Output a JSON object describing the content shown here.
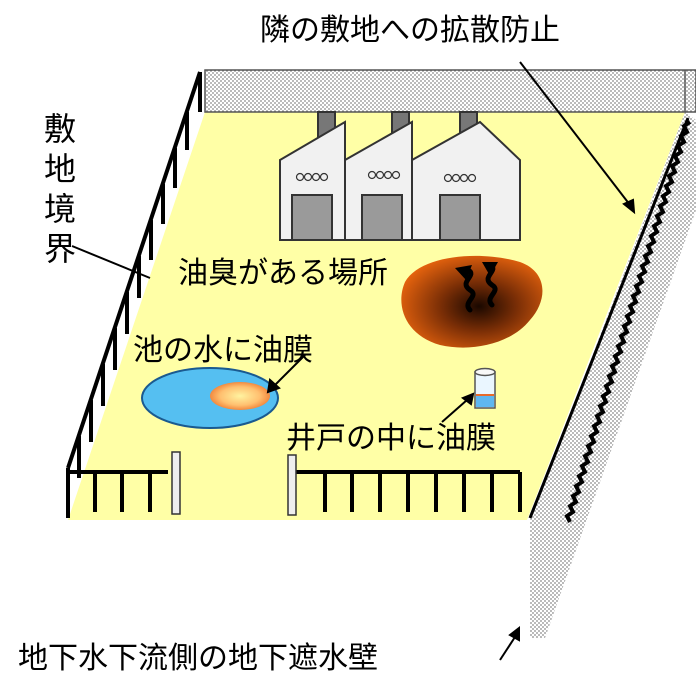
{
  "labels": {
    "top_title": "隣の敷地への拡散防止",
    "boundary_chars": [
      "敷",
      "地",
      "境",
      "界"
    ],
    "oil_odor": "油臭がある場所",
    "pond_film": "池の水に油膜",
    "well_film": "井戸の中に油膜",
    "bottom_caption": "地下水下流側の地下遮水壁"
  },
  "colors": {
    "ground": "#ffffa6",
    "pond": "#55bff1",
    "oil_patch": "#e8640e",
    "factory": "#f1f1f1",
    "factory_door": "#9a9a9a",
    "wall_pattern": "#7d7d7d"
  },
  "icons": {
    "factory": "factory-icon",
    "well": "well-icon",
    "odor": "odor-wave-icon"
  }
}
